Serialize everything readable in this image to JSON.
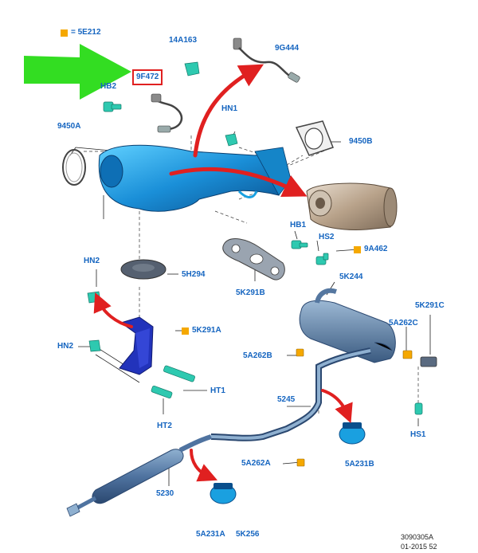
{
  "legend": {
    "equals_text": "= 5E212"
  },
  "highlighted_part": "9F472",
  "labels": {
    "l_14A163": "14A163",
    "l_9G444": "9G444",
    "l_HB2": "HB2",
    "l_9450A": "9450A",
    "l_HN1_top": "HN1",
    "l_9450B": "9450B",
    "l_HB1": "HB1",
    "l_HS2": "HS2",
    "l_9A462": "9A462",
    "l_5K291B": "5K291B",
    "l_HN2_upper": "HN2",
    "l_5H294": "5H294",
    "l_5K244": "5K244",
    "l_5K291A": "5K291A",
    "l_HN2_lower": "HN2",
    "l_5K291C": "5K291C",
    "l_5A262C": "5A262C",
    "l_5A262B": "5A262B",
    "l_HT1": "HT1",
    "l_HT2": "HT2",
    "l_5245": "5245",
    "l_HS1": "HS1",
    "l_5A262A": "5A262A",
    "l_5A231B": "5A231B",
    "l_5230": "5230",
    "l_5A231A": "5A231A",
    "l_5K256": "5K256"
  },
  "footer": {
    "ref": "3090305A",
    "date": "01-2015 52"
  },
  "colors": {
    "label_blue": "#1565c0",
    "fastener_orange": "#f5a800",
    "highlight_red": "#e02020",
    "pointer_green": "#33dd22",
    "part_blue": "#1aa0e0",
    "pipe_steel": "#5577a0",
    "bracket_navy": "#2233bb",
    "fastener_teal": "#2ec9b0",
    "filter_bronze": "#b8a890"
  }
}
